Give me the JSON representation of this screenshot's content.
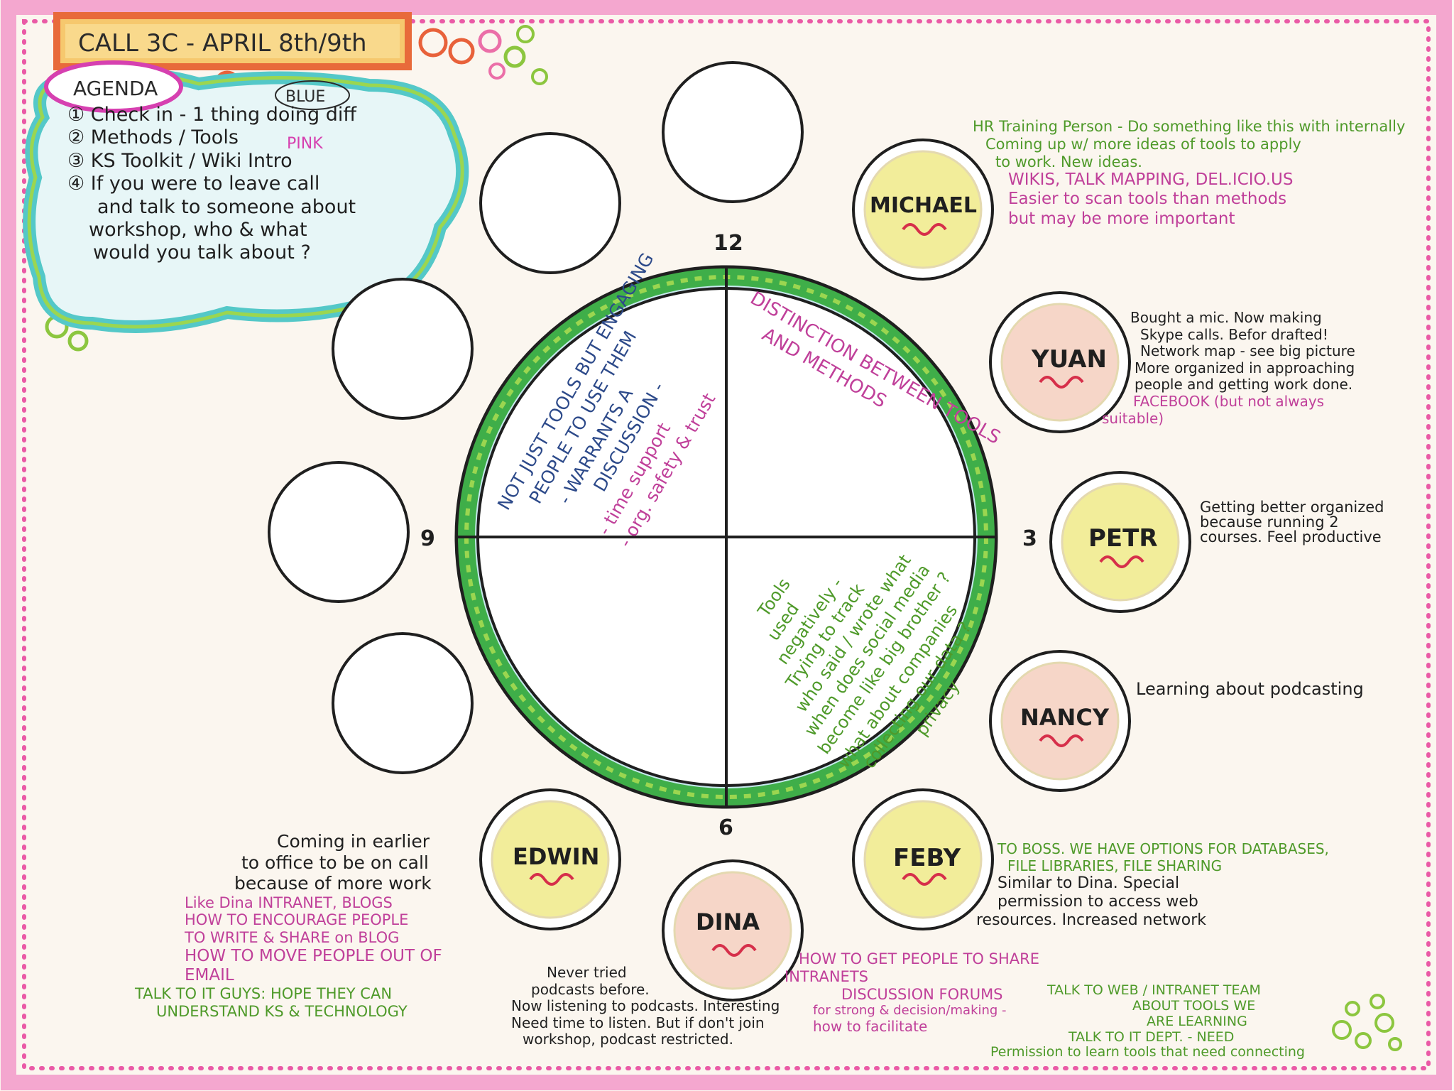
{
  "header": {
    "title": "CALL 3C - APRIL 8th/9th"
  },
  "agenda": {
    "label": "AGENDA",
    "blue_tag": "BLUE",
    "pink_tag": "PINK",
    "items": [
      "① Check in - 1 thing doing diff",
      "② Methods / Tools",
      "③ KS Toolkit / Wiki Intro",
      "④ If you were to leave call",
      "and talk to someone about",
      "workshop, who & what",
      "would you talk about ?"
    ]
  },
  "clock": {
    "numbers": {
      "n12": "12",
      "n3": "3",
      "n6": "6",
      "n9": "9"
    },
    "top_left_quadrant": {
      "lines": [
        "NOT JUST TOOLS BUT ENGAGING",
        "PEOPLE TO USE THEM",
        "- WARRANTS A",
        "DISCUSSION -"
      ],
      "pink_lines": [
        "- time support",
        "- org. safety & trust"
      ]
    },
    "top_right_quadrant": {
      "lines": [
        "DISTINCTION BETWEEN TOOLS",
        "AND METHODS"
      ]
    },
    "bottom_right_quadrant": {
      "lines": [
        "Tools",
        "used",
        "negatively -",
        "Trying to track",
        "who said / wrote what",
        "when does social media",
        "become like big brother ?",
        "what about companies",
        "collecting our data ?",
        "privacy"
      ]
    }
  },
  "participants": [
    {
      "name": "MICHAEL",
      "color": "#f2ed9a"
    },
    {
      "name": "YUAN",
      "color": "#f6d6c8"
    },
    {
      "name": "PETR",
      "color": "#f2ed9a"
    },
    {
      "name": "NANCY",
      "color": "#f6d6c8"
    },
    {
      "name": "FEBY",
      "color": "#f2ed9a"
    },
    {
      "name": "DINA",
      "color": "#f6d6c8"
    },
    {
      "name": "EDWIN",
      "color": "#f2ed9a"
    }
  ],
  "notes": {
    "michael": {
      "green": [
        "HR Training Person - Do something like this with internally",
        "Coming up w/ more ideas of tools to apply",
        "to work. New ideas."
      ],
      "pink": [
        "WIKIS, TALK MAPPING, DEL.ICIO.US",
        "Easier to scan tools than methods",
        "but may be more important"
      ]
    },
    "yuan": {
      "ink": [
        "Bought a mic. Now making",
        "Skype calls. Befor drafted!",
        "Network map - see big picture",
        "More organized in approaching",
        "people and getting work done."
      ],
      "pink": [
        "FACEBOOK (but not always",
        "suitable)"
      ]
    },
    "petr": {
      "ink": [
        "Getting better organized",
        "because running 2",
        "courses. Feel productive"
      ]
    },
    "nancy": {
      "ink": [
        "Learning about podcasting"
      ]
    },
    "feby": {
      "green": [
        "TO BOSS. WE HAVE OPTIONS FOR DATABASES,",
        "FILE LIBRARIES, FILE SHARING"
      ],
      "ink": [
        "Similar to Dina. Special",
        "permission to access web",
        "resources. Increased network"
      ]
    },
    "dina": {
      "ink": [
        "Never tried",
        "podcasts before.",
        "Now listening to podcasts. Interesting",
        "Need time to listen. But if don't join",
        "workshop, podcast restricted."
      ],
      "pink": [
        "HOW TO GET PEOPLE TO SHARE",
        "INTRANETS",
        "DISCUSSION FORUMS",
        "for strong & decision/making -",
        "how to facilitate"
      ]
    },
    "edwin": {
      "ink": [
        "Coming in earlier",
        "to office to be on call",
        "because of more work"
      ],
      "pink": [
        "Like Dina INTRANET, BLOGS",
        "HOW TO ENCOURAGE PEOPLE",
        "TO WRITE & SHARE on BLOG",
        "HOW TO MOVE PEOPLE OUT OF",
        "EMAIL"
      ],
      "green": [
        "TALK TO IT GUYS: HOPE THEY CAN",
        "UNDERSTAND KS & TECHNOLOGY"
      ]
    },
    "web_team": {
      "green": [
        "TALK TO WEB / INTRANET TEAM",
        "ABOUT TOOLS WE",
        "ARE LEARNING",
        "TALK TO IT DEPT. - NEED",
        "Permission to learn tools that need connecting"
      ]
    }
  }
}
